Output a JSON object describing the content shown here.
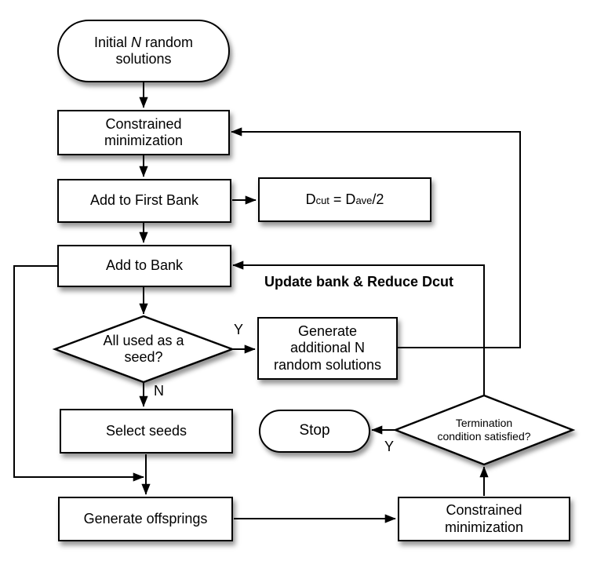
{
  "nodes": {
    "start": {
      "line1_pre": "Initial ",
      "line1_italic": "N",
      "line1_post": " random",
      "line2": "solutions"
    },
    "cm_top": {
      "lines": [
        "Constrained",
        "minimization"
      ]
    },
    "add_first_bank": {
      "label": "Add to First Bank"
    },
    "dcut": {
      "d1": "D",
      "sub1": "cut",
      "mid": " = D",
      "sub2": "ave",
      "tail": "/2"
    },
    "add_bank": {
      "label": "Add to Bank"
    },
    "seed_decision": {
      "lines": [
        "All used as a",
        "seed?"
      ]
    },
    "gen_additional": {
      "lines": [
        "Generate",
        "additional N",
        "random solutions"
      ]
    },
    "select_seeds": {
      "label": "Select seeds"
    },
    "stop": {
      "label": "Stop"
    },
    "term_decision": {
      "lines": [
        "Termination",
        "condition satisfied?"
      ]
    },
    "gen_offsprings": {
      "label": "Generate offsprings"
    },
    "cm_bottom": {
      "lines": [
        "Constrained",
        "minimization"
      ]
    }
  },
  "edge_labels": {
    "seed_yes": "Y",
    "seed_no": "N",
    "term_yes": "Y",
    "update_note": "Update bank & Reduce Dcut"
  },
  "colors": {
    "background": "#ffffff",
    "node_fill": "#ffffff",
    "stroke": "#000000",
    "text": "#000000"
  }
}
